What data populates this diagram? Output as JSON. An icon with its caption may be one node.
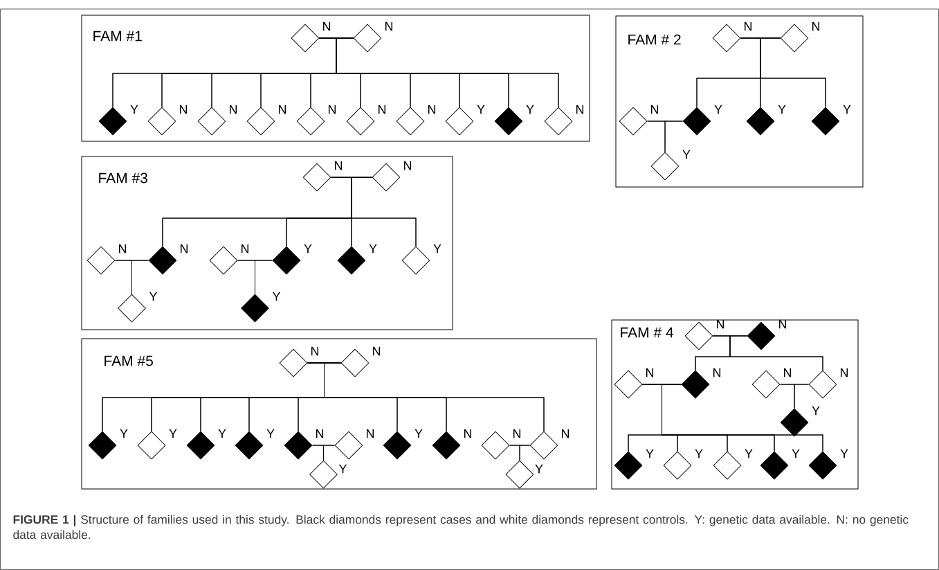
{
  "diagram": {
    "caption": "**FIGURE 1 |** Structure of families used in this study. Black diamonds represent cases and white diamonds represent controls. Y: genetic data available. N: no genetic data available.",
    "nodes": [
      {
        "text": [
          "FAM #1"
        ]
      },
      {
        "text": [],
        "shape": "diamond",
        "beside": [
          "N"
        ],
        "in": 0
      },
      {
        "text": [],
        "shape": "diamond",
        "beside": [
          "N"
        ],
        "in": 0
      },
      {
        "text": [],
        "shape": "diamond",
        "beside": [
          "Y"
        ],
        "in": 0
      },
      {
        "text": [],
        "shape": "diamond",
        "beside": [
          "N"
        ],
        "in": 0
      },
      {
        "text": [],
        "shape": "diamond",
        "beside": [
          "N"
        ],
        "in": 0
      },
      {
        "text": [],
        "shape": "diamond",
        "beside": [
          "N"
        ],
        "in": 0
      },
      {
        "text": [],
        "shape": "diamond",
        "beside": [
          "N"
        ],
        "in": 0
      },
      {
        "text": [],
        "shape": "diamond",
        "beside": [
          "N"
        ],
        "in": 0
      },
      {
        "text": [],
        "shape": "diamond",
        "beside": [
          "N"
        ],
        "in": 0
      },
      {
        "text": [],
        "shape": "diamond",
        "beside": [
          "Y"
        ],
        "in": 0
      },
      {
        "text": [],
        "shape": "diamond",
        "beside": [
          "Y"
        ],
        "in": 0
      },
      {
        "text": [],
        "shape": "diamond",
        "beside": [
          "N"
        ],
        "in": 0
      },
      {
        "text": [
          "FAM # 2"
        ]
      },
      {
        "text": [],
        "shape": "diamond",
        "beside": [
          "N"
        ],
        "in": 13
      },
      {
        "text": [],
        "shape": "diamond",
        "beside": [
          "N"
        ],
        "in": 13
      },
      {
        "text": [],
        "shape": "diamond",
        "beside": [
          "N"
        ],
        "in": 13
      },
      {
        "text": [],
        "shape": "diamond",
        "beside": [
          "Y"
        ],
        "in": 13
      },
      {
        "text": [],
        "shape": "diamond",
        "beside": [
          "Y"
        ],
        "in": 13
      },
      {
        "text": [],
        "shape": "diamond",
        "beside": [
          "Y"
        ],
        "in": 13
      },
      {
        "text": [],
        "shape": "diamond",
        "beside": [
          "Y"
        ],
        "in": 13
      },
      {
        "text": [
          "FAM #3"
        ]
      },
      {
        "text": [],
        "shape": "diamond",
        "beside": [
          "N"
        ],
        "in": 21
      },
      {
        "text": [],
        "shape": "diamond",
        "beside": [
          "N"
        ],
        "in": 21
      },
      {
        "text": [],
        "shape": "diamond",
        "beside": [
          "N"
        ],
        "in": 21
      },
      {
        "text": [],
        "shape": "diamond",
        "beside": [
          "N"
        ],
        "in": 21
      },
      {
        "text": [],
        "shape": "diamond",
        "beside": [
          "N"
        ],
        "in": 21
      },
      {
        "text": [],
        "shape": "diamond",
        "beside": [
          "Y"
        ],
        "in": 21
      },
      {
        "text": [],
        "shape": "diamond",
        "beside": [
          "Y"
        ],
        "in": 21
      },
      {
        "text": [],
        "shape": "diamond",
        "beside": [
          "Y"
        ],
        "in": 21
      },
      {
        "text": [],
        "shape": "diamond",
        "beside": [
          "Y"
        ],
        "in": 21
      },
      {
        "text": [],
        "shape": "diamond",
        "beside": [
          "Y"
        ],
        "in": 21
      },
      {
        "text": [
          "FAM # 4"
        ]
      },
      {
        "text": [],
        "shape": "diamond",
        "beside": [
          "N"
        ],
        "in": 32
      },
      {
        "text": [],
        "shape": "diamond",
        "beside": [
          "N"
        ],
        "in": 32
      },
      {
        "text": [],
        "shape": "diamond",
        "beside": [
          "N"
        ],
        "in": 32
      },
      {
        "text": [],
        "shape": "diamond",
        "beside": [
          "N"
        ],
        "in": 32
      },
      {
        "text": [],
        "shape": "diamond",
        "beside": [
          "N"
        ],
        "in": 32
      },
      {
        "text": [],
        "shape": "diamond",
        "beside": [
          "N"
        ],
        "in": 32
      },
      {
        "text": [],
        "shape": "diamond",
        "beside": [
          "Y"
        ],
        "in": 32
      },
      {
        "text": [],
        "shape": "diamond",
        "beside": [
          "Y"
        ],
        "in": 32
      },
      {
        "text": [],
        "shape": "diamond",
        "beside": [
          "Y"
        ],
        "in": 32
      },
      {
        "text": [],
        "shape": "diamond",
        "beside": [
          "Y"
        ],
        "in": 32
      },
      {
        "text": [],
        "shape": "diamond",
        "beside": [
          "Y"
        ],
        "in": 32
      },
      {
        "text": [],
        "shape": "diamond",
        "beside": [
          "Y"
        ],
        "in": 32
      },
      {
        "text": [
          "FAM #5"
        ]
      },
      {
        "text": [],
        "shape": "diamond",
        "beside": [
          "N"
        ],
        "in": 45
      },
      {
        "text": [],
        "shape": "diamond",
        "beside": [
          "N"
        ],
        "in": 45
      },
      {
        "text": [],
        "shape": "diamond",
        "beside": [
          "Y"
        ],
        "in": 45
      },
      {
        "text": [],
        "shape": "diamond",
        "beside": [
          "Y"
        ],
        "in": 45
      },
      {
        "text": [],
        "shape": "diamond",
        "beside": [
          "Y"
        ],
        "in": 45
      },
      {
        "text": [],
        "shape": "diamond",
        "beside": [
          "Y"
        ],
        "in": 45
      },
      {
        "text": [],
        "shape": "diamond",
        "beside": [
          "N"
        ],
        "in": 45
      },
      {
        "text": [],
        "shape": "diamond",
        "beside": [
          "N"
        ],
        "in": 45
      },
      {
        "text": [],
        "shape": "diamond",
        "beside": [
          "Y"
        ],
        "in": 45
      },
      {
        "text": [],
        "shape": "diamond",
        "beside": [
          "N"
        ],
        "in": 45
      },
      {
        "text": [],
        "shape": "diamond",
        "beside": [
          "N"
        ],
        "in": 45
      },
      {
        "text": [],
        "shape": "diamond",
        "beside": [
          "N"
        ],
        "in": 45
      },
      {
        "text": [],
        "shape": "diamond",
        "beside": [
          "Y"
        ],
        "in": 45
      },
      {
        "text": [],
        "shape": "diamond",
        "beside": [
          "Y"
        ],
        "in": 45
      }
    ],
    "edges": [
      {
        "from": 1,
        "to": 2,
        "arrow": "none"
      },
      {
        "from": 1,
        "to": 3,
        "arrow": "none"
      },
      {
        "from": 1,
        "to": 4,
        "arrow": "none"
      },
      {
        "from": 1,
        "to": 5,
        "arrow": "none"
      },
      {
        "from": 1,
        "to": 6,
        "arrow": "none"
      },
      {
        "from": 1,
        "to": 7,
        "arrow": "none"
      },
      {
        "from": 1,
        "to": 8,
        "arrow": "none"
      },
      {
        "from": 1,
        "to": 9,
        "arrow": "none"
      },
      {
        "from": 1,
        "to": 10,
        "arrow": "none"
      },
      {
        "from": 1,
        "to": 11,
        "arrow": "none"
      },
      {
        "from": 1,
        "to": 12,
        "arrow": "none"
      },
      {
        "from": 2,
        "to": 3,
        "arrow": "none"
      },
      {
        "from": 2,
        "to": 4,
        "arrow": "none"
      },
      {
        "from": 2,
        "to": 5,
        "arrow": "none"
      },
      {
        "from": 2,
        "to": 6,
        "arrow": "none"
      },
      {
        "from": 2,
        "to": 7,
        "arrow": "none"
      },
      {
        "from": 2,
        "to": 8,
        "arrow": "none"
      },
      {
        "from": 2,
        "to": 9,
        "arrow": "none"
      },
      {
        "from": 2,
        "to": 10,
        "arrow": "none"
      },
      {
        "from": 2,
        "to": 11,
        "arrow": "none"
      },
      {
        "from": 2,
        "to": 12,
        "arrow": "none"
      },
      {
        "from": 14,
        "to": 15,
        "arrow": "none"
      },
      {
        "from": 14,
        "to": 17,
        "arrow": "none"
      },
      {
        "from": 14,
        "to": 18,
        "arrow": "none"
      },
      {
        "from": 14,
        "to": 19,
        "arrow": "none"
      },
      {
        "from": 15,
        "to": 17,
        "arrow": "none"
      },
      {
        "from": 15,
        "to": 18,
        "arrow": "none"
      },
      {
        "from": 15,
        "to": 19,
        "arrow": "none"
      },
      {
        "from": 16,
        "to": 17,
        "arrow": "none"
      },
      {
        "from": 16,
        "to": 20,
        "arrow": "none"
      },
      {
        "from": 17,
        "to": 20,
        "arrow": "none"
      },
      {
        "from": 22,
        "to": 23,
        "arrow": "none"
      },
      {
        "from": 22,
        "to": 25,
        "arrow": "none"
      },
      {
        "from": 22,
        "to": 27,
        "arrow": "none"
      },
      {
        "from": 22,
        "to": 28,
        "arrow": "none"
      },
      {
        "from": 22,
        "to": 29,
        "arrow": "none"
      },
      {
        "from": 23,
        "to": 25,
        "arrow": "none"
      },
      {
        "from": 23,
        "to": 27,
        "arrow": "none"
      },
      {
        "from": 23,
        "to": 28,
        "arrow": "none"
      },
      {
        "from": 23,
        "to": 29,
        "arrow": "none"
      },
      {
        "from": 24,
        "to": 25,
        "arrow": "none"
      },
      {
        "from": 24,
        "to": 30,
        "arrow": "none"
      },
      {
        "from": 25,
        "to": 30,
        "arrow": "none"
      },
      {
        "from": 26,
        "to": 27,
        "arrow": "none"
      },
      {
        "from": 26,
        "to": 31,
        "arrow": "none"
      },
      {
        "from": 27,
        "to": 31,
        "arrow": "none"
      },
      {
        "from": 33,
        "to": 34,
        "arrow": "none"
      },
      {
        "from": 33,
        "to": 36,
        "arrow": "none"
      },
      {
        "from": 33,
        "to": 38,
        "arrow": "none"
      },
      {
        "from": 34,
        "to": 36,
        "arrow": "none"
      },
      {
        "from": 34,
        "to": 38,
        "arrow": "none"
      },
      {
        "from": 35,
        "to": 36,
        "arrow": "none"
      },
      {
        "from": 35,
        "to": 40,
        "arrow": "none"
      },
      {
        "from": 35,
        "to": 41,
        "arrow": "none"
      },
      {
        "from": 35,
        "to": 42,
        "arrow": "none"
      },
      {
        "from": 35,
        "to": 43,
        "arrow": "none"
      },
      {
        "from": 35,
        "to": 44,
        "arrow": "none"
      },
      {
        "from": 36,
        "to": 40,
        "arrow": "none"
      },
      {
        "from": 36,
        "to": 41,
        "arrow": "none"
      },
      {
        "from": 36,
        "to": 42,
        "arrow": "none"
      },
      {
        "from": 36,
        "to": 43,
        "arrow": "none"
      },
      {
        "from": 36,
        "to": 44,
        "arrow": "none"
      },
      {
        "from": 37,
        "to": 38,
        "arrow": "none"
      },
      {
        "from": 37,
        "to": 39,
        "arrow": "none"
      },
      {
        "from": 38,
        "to": 39,
        "arrow": "none"
      },
      {
        "from": 46,
        "to": 47,
        "arrow": "none"
      },
      {
        "from": 46,
        "to": 48,
        "arrow": "none"
      },
      {
        "from": 46,
        "to": 49,
        "arrow": "none"
      },
      {
        "from": 46,
        "to": 50,
        "arrow": "none"
      },
      {
        "from": 46,
        "to": 51,
        "arrow": "none"
      },
      {
        "from": 46,
        "to": 52,
        "arrow": "none"
      },
      {
        "from": 46,
        "to": 54,
        "arrow": "none"
      },
      {
        "from": 46,
        "to": 55,
        "arrow": "none"
      },
      {
        "from": 46,
        "to": 57,
        "arrow": "none"
      },
      {
        "from": 47,
        "to": 48,
        "arrow": "none"
      },
      {
        "from": 47,
        "to": 49,
        "arrow": "none"
      },
      {
        "from": 47,
        "to": 50,
        "arrow": "none"
      },
      {
        "from": 47,
        "to": 51,
        "arrow": "none"
      },
      {
        "from": 47,
        "to": 52,
        "arrow": "none"
      },
      {
        "from": 47,
        "to": 54,
        "arrow": "none"
      },
      {
        "from": 47,
        "to": 55,
        "arrow": "none"
      },
      {
        "from": 47,
        "to": 57,
        "arrow": "none"
      },
      {
        "from": 52,
        "to": 53,
        "arrow": "none"
      },
      {
        "from": 52,
        "to": 58,
        "arrow": "none"
      },
      {
        "from": 53,
        "to": 58,
        "arrow": "none"
      },
      {
        "from": 56,
        "to": 57,
        "arrow": "none"
      },
      {
        "from": 56,
        "to": 59,
        "arrow": "none"
      },
      {
        "from": 57,
        "to": 59,
        "arrow": "none"
      }
    ]
  }
}
